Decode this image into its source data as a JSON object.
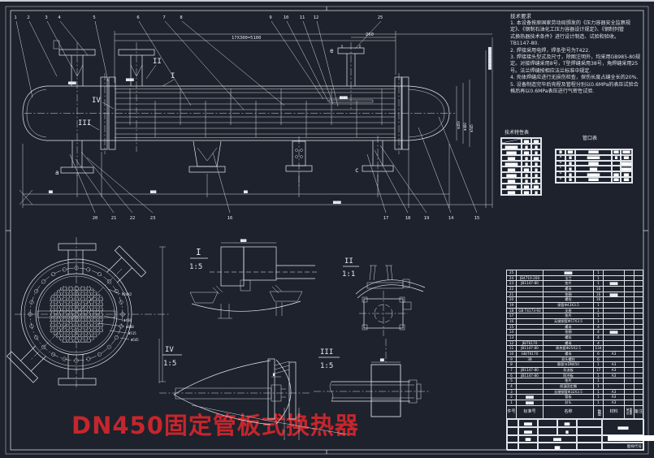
{
  "colors": {
    "background": "#1d222c",
    "ink": "#e6ebf2",
    "accent_red": "#c5262c"
  },
  "drawing_title": {
    "text": "DN450固定管板式换热器"
  },
  "tech_requirements": {
    "title": "技术要求",
    "body": "1. 本设备按原国家劳动局颁发的《压力容器安全监察规\n定》、《钢制石油化工压力容器设计规定》、《钢制列管\n式换热器技术条件》进行设计制造、试验和验收。\nTB1147-80.\n2. 焊接采用电焊，焊条型号为T422.\n3. 焊接接头型式及尺寸，除图注明外，均采用GB985-80规\n定。对接焊缝采用8号，T型焊缝采用38号，角焊缝采用25\n号。法兰焊缝按相应法兰标准中规定.\n4. 壳体焊缝应进行无损伤检查，探伤长度占缝全长的20%.\n5. 设备制造完毕后壳程及管程分别以0.6MPa的表压试验合\n格后再以0.6MPa表压进行气密性试验."
  },
  "tech_spec_table": {
    "title": "技术特性表",
    "rows": [
      [
        "",
        "▆▆",
        "▆▆"
      ],
      [
        "▆▆▆▆▆",
        "▆",
        "▆"
      ],
      [
        "▆▆▆▆",
        "▆▆",
        "▆"
      ],
      [
        "▆▆▆",
        "▆",
        "▆▆"
      ],
      [
        "▆▆▆▆▆",
        "▆",
        "▆"
      ],
      [
        "▆▆▆",
        "▆▆",
        "▆"
      ],
      [
        "▆▆▆▆",
        "▆",
        "▆"
      ],
      [
        "▆▆▆",
        "▆",
        "▆"
      ],
      [
        "▆▆▆▆",
        "▆▆",
        "▆▆"
      ],
      [
        "▆▆▆",
        "▆▆",
        "▆"
      ]
    ]
  },
  "nozzle_table": {
    "title": "管口表",
    "headers": [
      "▆",
      "▆▆",
      "▆▆▆▆",
      "▆▆",
      "▆▆▆"
    ],
    "rows": [
      [
        "a",
        "▆",
        "▆▆▆▆▆",
        "▆",
        "▆▆"
      ],
      [
        "b",
        "▆",
        "▆▆▆▆",
        "",
        "▆▆▆▆"
      ],
      [
        "c",
        "▆",
        "▆▆▆",
        "",
        "▆▆▆▆"
      ],
      [
        "d",
        "▆",
        "▆▆▆▆▆",
        "▆▆",
        "▆▆"
      ],
      [
        "e",
        "▆",
        "▆▆▆▆",
        "▆▆",
        "▆▆"
      ]
    ]
  },
  "parts_list": {
    "headers": {
      "no": "件号",
      "std": "标准号",
      "name": "名称",
      "qty": "数量",
      "mat": "材料",
      "wt": "单重\n总重",
      "note": "备注"
    },
    "rows": [
      {
        "no": "25",
        "std": "",
        "name": "▆▆▆",
        "qty": "1",
        "mat": "",
        "note": ""
      },
      {
        "no": "24",
        "std": "JB4710-200",
        "name": "法兰",
        "qty": "1",
        "mat": "",
        "note": ""
      },
      {
        "no": "23",
        "std": "JB1147-80",
        "name": "垫片",
        "qty": "1",
        "mat": "▆▆▆",
        "note": ""
      },
      {
        "no": "22",
        "std": "",
        "name": "螺母",
        "qty": "16",
        "mat": "",
        "note": ""
      },
      {
        "no": "21",
        "std": "",
        "name": "垫圈",
        "qty": "16",
        "mat": "▆▆▆",
        "note": ""
      },
      {
        "no": "20",
        "std": "",
        "name": "螺栓",
        "qty": "16",
        "mat": "",
        "note": ""
      },
      {
        "no": "19",
        "std": "",
        "name": "接管Φ43X3.5",
        "qty": "1",
        "mat": "",
        "note": ""
      },
      {
        "no": "18",
        "std": "GB T4173-92",
        "name": "支座",
        "qty": "1",
        "mat": "",
        "note": ""
      },
      {
        "no": "17",
        "std": "",
        "name": "垫片",
        "qty": "1",
        "mat": "",
        "note": ""
      },
      {
        "no": "16",
        "std": "",
        "name": "无缝钢管Φ57X3.5",
        "qty": "1",
        "mat": "",
        "note": ""
      },
      {
        "no": "15",
        "std": "",
        "name": "螺母",
        "qty": "4",
        "mat": "",
        "note": ""
      },
      {
        "no": "14",
        "std": "",
        "name": "垫圈",
        "qty": "4",
        "mat": "▆▆▆",
        "note": ""
      },
      {
        "no": "13",
        "std": "",
        "name": "螺栓",
        "qty": "4",
        "mat": "",
        "note": ""
      },
      {
        "no": "12",
        "std": "JB/T6170",
        "name": "螺母",
        "qty": "4",
        "mat": "",
        "note": ""
      },
      {
        "no": "11",
        "std": "JB1147-80",
        "name": "换热管Φ25X2.5",
        "qty": "134",
        "mat": "",
        "note": ""
      },
      {
        "no": "10",
        "std": "GB/T6170",
        "name": "螺母",
        "qty": "6",
        "mat": "A3",
        "note": ""
      },
      {
        "no": "9",
        "std": "3B",
        "name": "双头螺柱",
        "qty": "6",
        "mat": "",
        "note": ""
      },
      {
        "no": "8",
        "std": "",
        "name": "膨胀节DN450",
        "qty": "1",
        "mat": "A3",
        "note": ""
      },
      {
        "no": "7",
        "std": "JB1147-80",
        "name": "折流板",
        "qty": "17",
        "mat": "A3",
        "note": ""
      },
      {
        "no": "6",
        "std": "JB1147-80",
        "name": "防冲板",
        "qty": "1",
        "mat": "A3",
        "note": ""
      },
      {
        "no": "5",
        "std": "",
        "name": "垫片",
        "qty": "1",
        "mat": "",
        "note": ""
      },
      {
        "no": "4",
        "std": "",
        "name": "保温固定圈",
        "qty": "1",
        "mat": "",
        "note": ""
      },
      {
        "no": "3",
        "std": "",
        "name": "无缝钢管Φ32X3.5",
        "qty": "1",
        "mat": "A3",
        "note": ""
      },
      {
        "no": "2",
        "std": "▆▆▆",
        "name": "管板",
        "qty": "1",
        "mat": "A3",
        "note": ""
      },
      {
        "no": "1",
        "std": "▆▆▆",
        "name": "封头",
        "qty": "1",
        "mat": "A3",
        "note": ""
      }
    ]
  },
  "title_block": {
    "drawing_code_label": "图样代号",
    "cells": [
      "▆▆▆",
      "▆▆",
      "▆▆▆",
      "▆",
      "▆▆",
      "▆▆▆",
      "▆▆",
      "▆▆▆▆",
      "▆▆"
    ]
  },
  "details": {
    "d1": {
      "id": "I",
      "scale": "1:5"
    },
    "d2": {
      "id": "II",
      "scale": "1:1"
    },
    "d3": {
      "id": "III",
      "scale": "1:5"
    },
    "d4": {
      "id": "IV",
      "scale": "1:5"
    }
  },
  "main_view": {
    "callouts_top": [
      "1",
      "2",
      "3",
      "4",
      "5",
      "6",
      "7",
      "8",
      "9",
      "10",
      "11",
      "12",
      "25"
    ],
    "callouts_bottom": [
      "20",
      "21",
      "22",
      "23",
      "16",
      "17",
      "18",
      "19",
      "14",
      "15"
    ],
    "nozzle_labels": {
      "a": "a",
      "c": "c",
      "e": "e"
    },
    "markers": {
      "i": "I",
      "ii": "II",
      "iii": "III",
      "iv": "IV"
    },
    "dims": {
      "baffle_spacing": "17X300=5100",
      "right_span": "260"
    }
  },
  "end_view": {
    "bolt_spec": "M24X2",
    "dims": [
      "Φ450",
      "Φ480",
      "Φ515",
      "Φ545"
    ]
  },
  "right_dims": [
    "Φ450",
    "Φ480",
    "Φ545"
  ],
  "illegible": {
    "l1": "▆",
    "l2": "▆▆",
    "l3": "▆▆▆",
    "l4": "▆▆▆▆",
    "v": "▆▆▆▆▆▆▆▆"
  }
}
